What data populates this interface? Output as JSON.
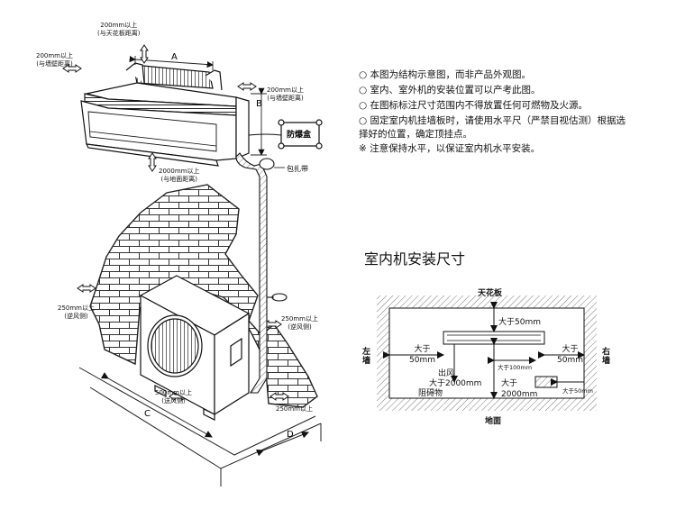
{
  "notes": [
    "○ 本图为结构示意图，而非产品外观图。",
    "○ 室内、室外机的安装位置可以产考此图。",
    "○ 在图标标注尺寸范围内不得放置任何可燃物及火源。",
    "○ 固定室内机挂墙板时，请使用水平尺（严禁目视估测）根据选",
    "    择好的位置，确定顶挂点。",
    "※ 注意保持水平，以保证室内机水平安装。"
  ],
  "install_title": "室内机安装尺寸",
  "left_diagram": {
    "dim_a": "A",
    "dim_b": "B",
    "dim_c": "C",
    "dim_d": "D",
    "top_clear": "200mm以上",
    "top_clear_note": "(与天花板距离)",
    "left_clear": "200mm以上",
    "left_clear_note": "(与墙壁距离)",
    "right_clear": "200mm以上",
    "right_clear_note": "(与墙壁距离)",
    "bottom_clear": "2000mm以上",
    "bottom_clear_note": "(与地面距离)",
    "junction_box": "防爆盒",
    "wrap_tape": "包扎带",
    "rear_clear": "250mm以上",
    "rear_clear_note": "(逆风侧)",
    "side_clear": "250mm以上",
    "side_clear_note": "(逆风侧)",
    "front_clear": "500mm以上",
    "front_clear_note": "(送风侧)",
    "base_clear": "250mm以上"
  },
  "right_diagram": {
    "ceiling": "天花板",
    "floor": "地面",
    "left_wall": "左墙",
    "right_wall": "右墙",
    "above": "大于50mm",
    "left_gap_1": "大于",
    "left_gap_2": "50mm",
    "right_gap_1": "大于",
    "right_gap_2": "50mm",
    "outlet_1": "出风",
    "outlet_2": "大于2000mm",
    "outlet_3": "阻碍物",
    "small_gap": "大于100mm",
    "height_1": "大于",
    "height_2": "2000mm",
    "box_gap": "大于50mm"
  }
}
